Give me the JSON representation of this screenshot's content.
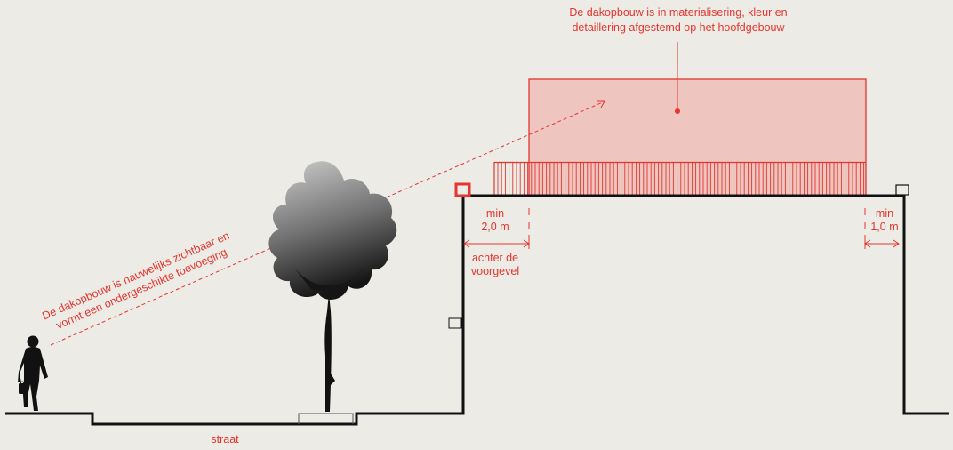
{
  "colors": {
    "background": "#ecebe6",
    "accent_red": "#e5352e",
    "rooftop_fill": "#efc5bf",
    "line_black": "#111111",
    "tree_light": "#c8c8c8",
    "tree_dark": "#1a1a1a"
  },
  "annotations": {
    "top_note_line1": "De dakopbouw is in materialisering, kleur en",
    "top_note_line2": "detaillering afgestemd op het hoofdgebouw",
    "sightline_line1": "De dakopbouw is nauwelijks zichtbaar en",
    "sightline_line2": "vormt een ondergeschikte toevoeging",
    "front_min_label": "min",
    "front_min_value": "2,0 m",
    "front_setback_line1": "achter de",
    "front_setback_line2": "voorgevel",
    "rear_min_label": "min",
    "rear_min_value": "1,0 m",
    "street_label": "straat"
  },
  "icons": {
    "pedestrian": "person-walking-icon",
    "tree": "tree-icon"
  }
}
